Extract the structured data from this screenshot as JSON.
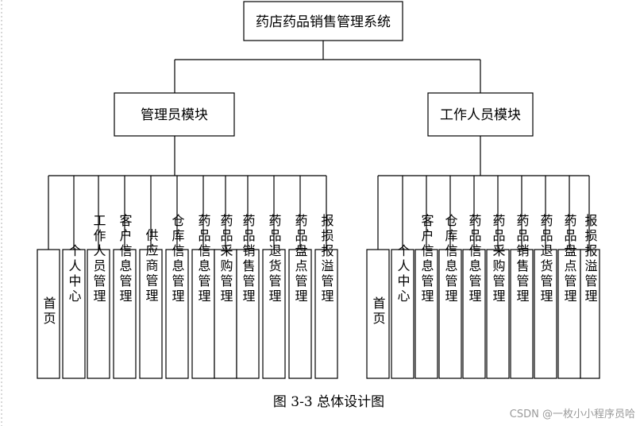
{
  "root": {
    "label": "药店药品销售管理系统"
  },
  "modules": [
    {
      "label": "管理员模块",
      "items": [
        "首页",
        "个人中心",
        "工作人员管理",
        "客户信息管理",
        "供应商管理",
        "仓库信息管理",
        "药品信息管理",
        "药品采购管理",
        "药品销售管理",
        "药品退货管理",
        "药品盘点管理",
        "报损报溢管理"
      ]
    },
    {
      "label": "工作人员模块",
      "items": [
        "首页",
        "个人中心",
        "客户信息管理",
        "仓库信息管理",
        "药品信息管理",
        "药品采购管理",
        "药品销售管理",
        "药品退货管理",
        "药品盘点管理",
        "报损报溢管理"
      ]
    }
  ],
  "caption": "图 3-3  总体设计图",
  "watermark": "CSDN @一枚小小程序员哈"
}
